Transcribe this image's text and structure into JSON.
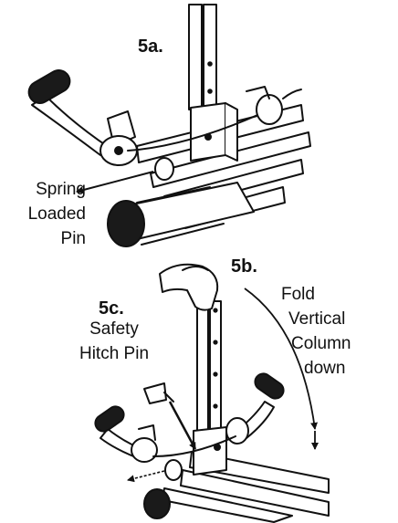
{
  "labels": {
    "step_5a": "5a.",
    "step_5b": "5b.",
    "step_5c": "5c.",
    "spring_loaded_pin": [
      "Spring",
      "Loaded",
      "Pin"
    ],
    "fold_instruction": [
      "Fold",
      "Vertical",
      "Column",
      "down"
    ],
    "safety_hitch_pin": [
      "Safety",
      "Hitch Pin"
    ]
  },
  "colors": {
    "ink": "#111111",
    "paper": "#ffffff",
    "grip": "#1a1a1a"
  }
}
